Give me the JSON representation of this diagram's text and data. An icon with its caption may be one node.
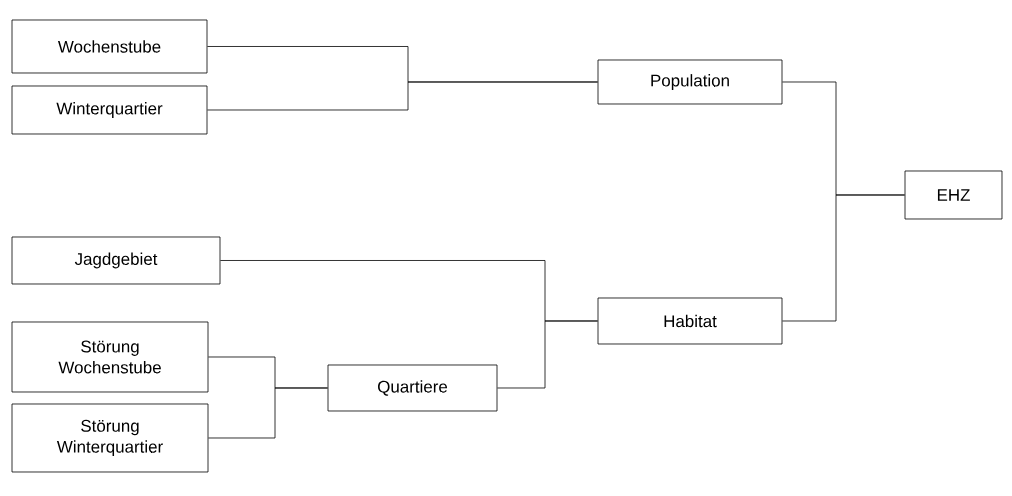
{
  "diagram": {
    "nodes": [
      {
        "text": [
          "Wochenstube"
        ]
      },
      {
        "text": [
          "Winterquartier"
        ]
      },
      {
        "text": [
          "Population"
        ]
      },
      {
        "text": [
          "EHZ"
        ]
      },
      {
        "text": [
          "Jagdgebiet"
        ]
      },
      {
        "text": [
          "Habitat"
        ]
      },
      {
        "text": [
          "Störung Wochenstube"
        ]
      },
      {
        "text": [
          "Störung Winterquartier"
        ]
      },
      {
        "text": [
          "Quartiere"
        ]
      }
    ],
    "edges": [
      {
        "from": 0,
        "to": 2,
        "arrow": "none"
      },
      {
        "from": 1,
        "to": 2,
        "arrow": "none"
      },
      {
        "from": 2,
        "to": 3,
        "arrow": "none"
      },
      {
        "from": 5,
        "to": 3,
        "arrow": "none"
      },
      {
        "from": 4,
        "to": 5,
        "arrow": "none"
      },
      {
        "from": 8,
        "to": 5,
        "arrow": "none"
      },
      {
        "from": 6,
        "to": 8,
        "arrow": "none"
      },
      {
        "from": 7,
        "to": 8,
        "arrow": "none"
      }
    ]
  }
}
